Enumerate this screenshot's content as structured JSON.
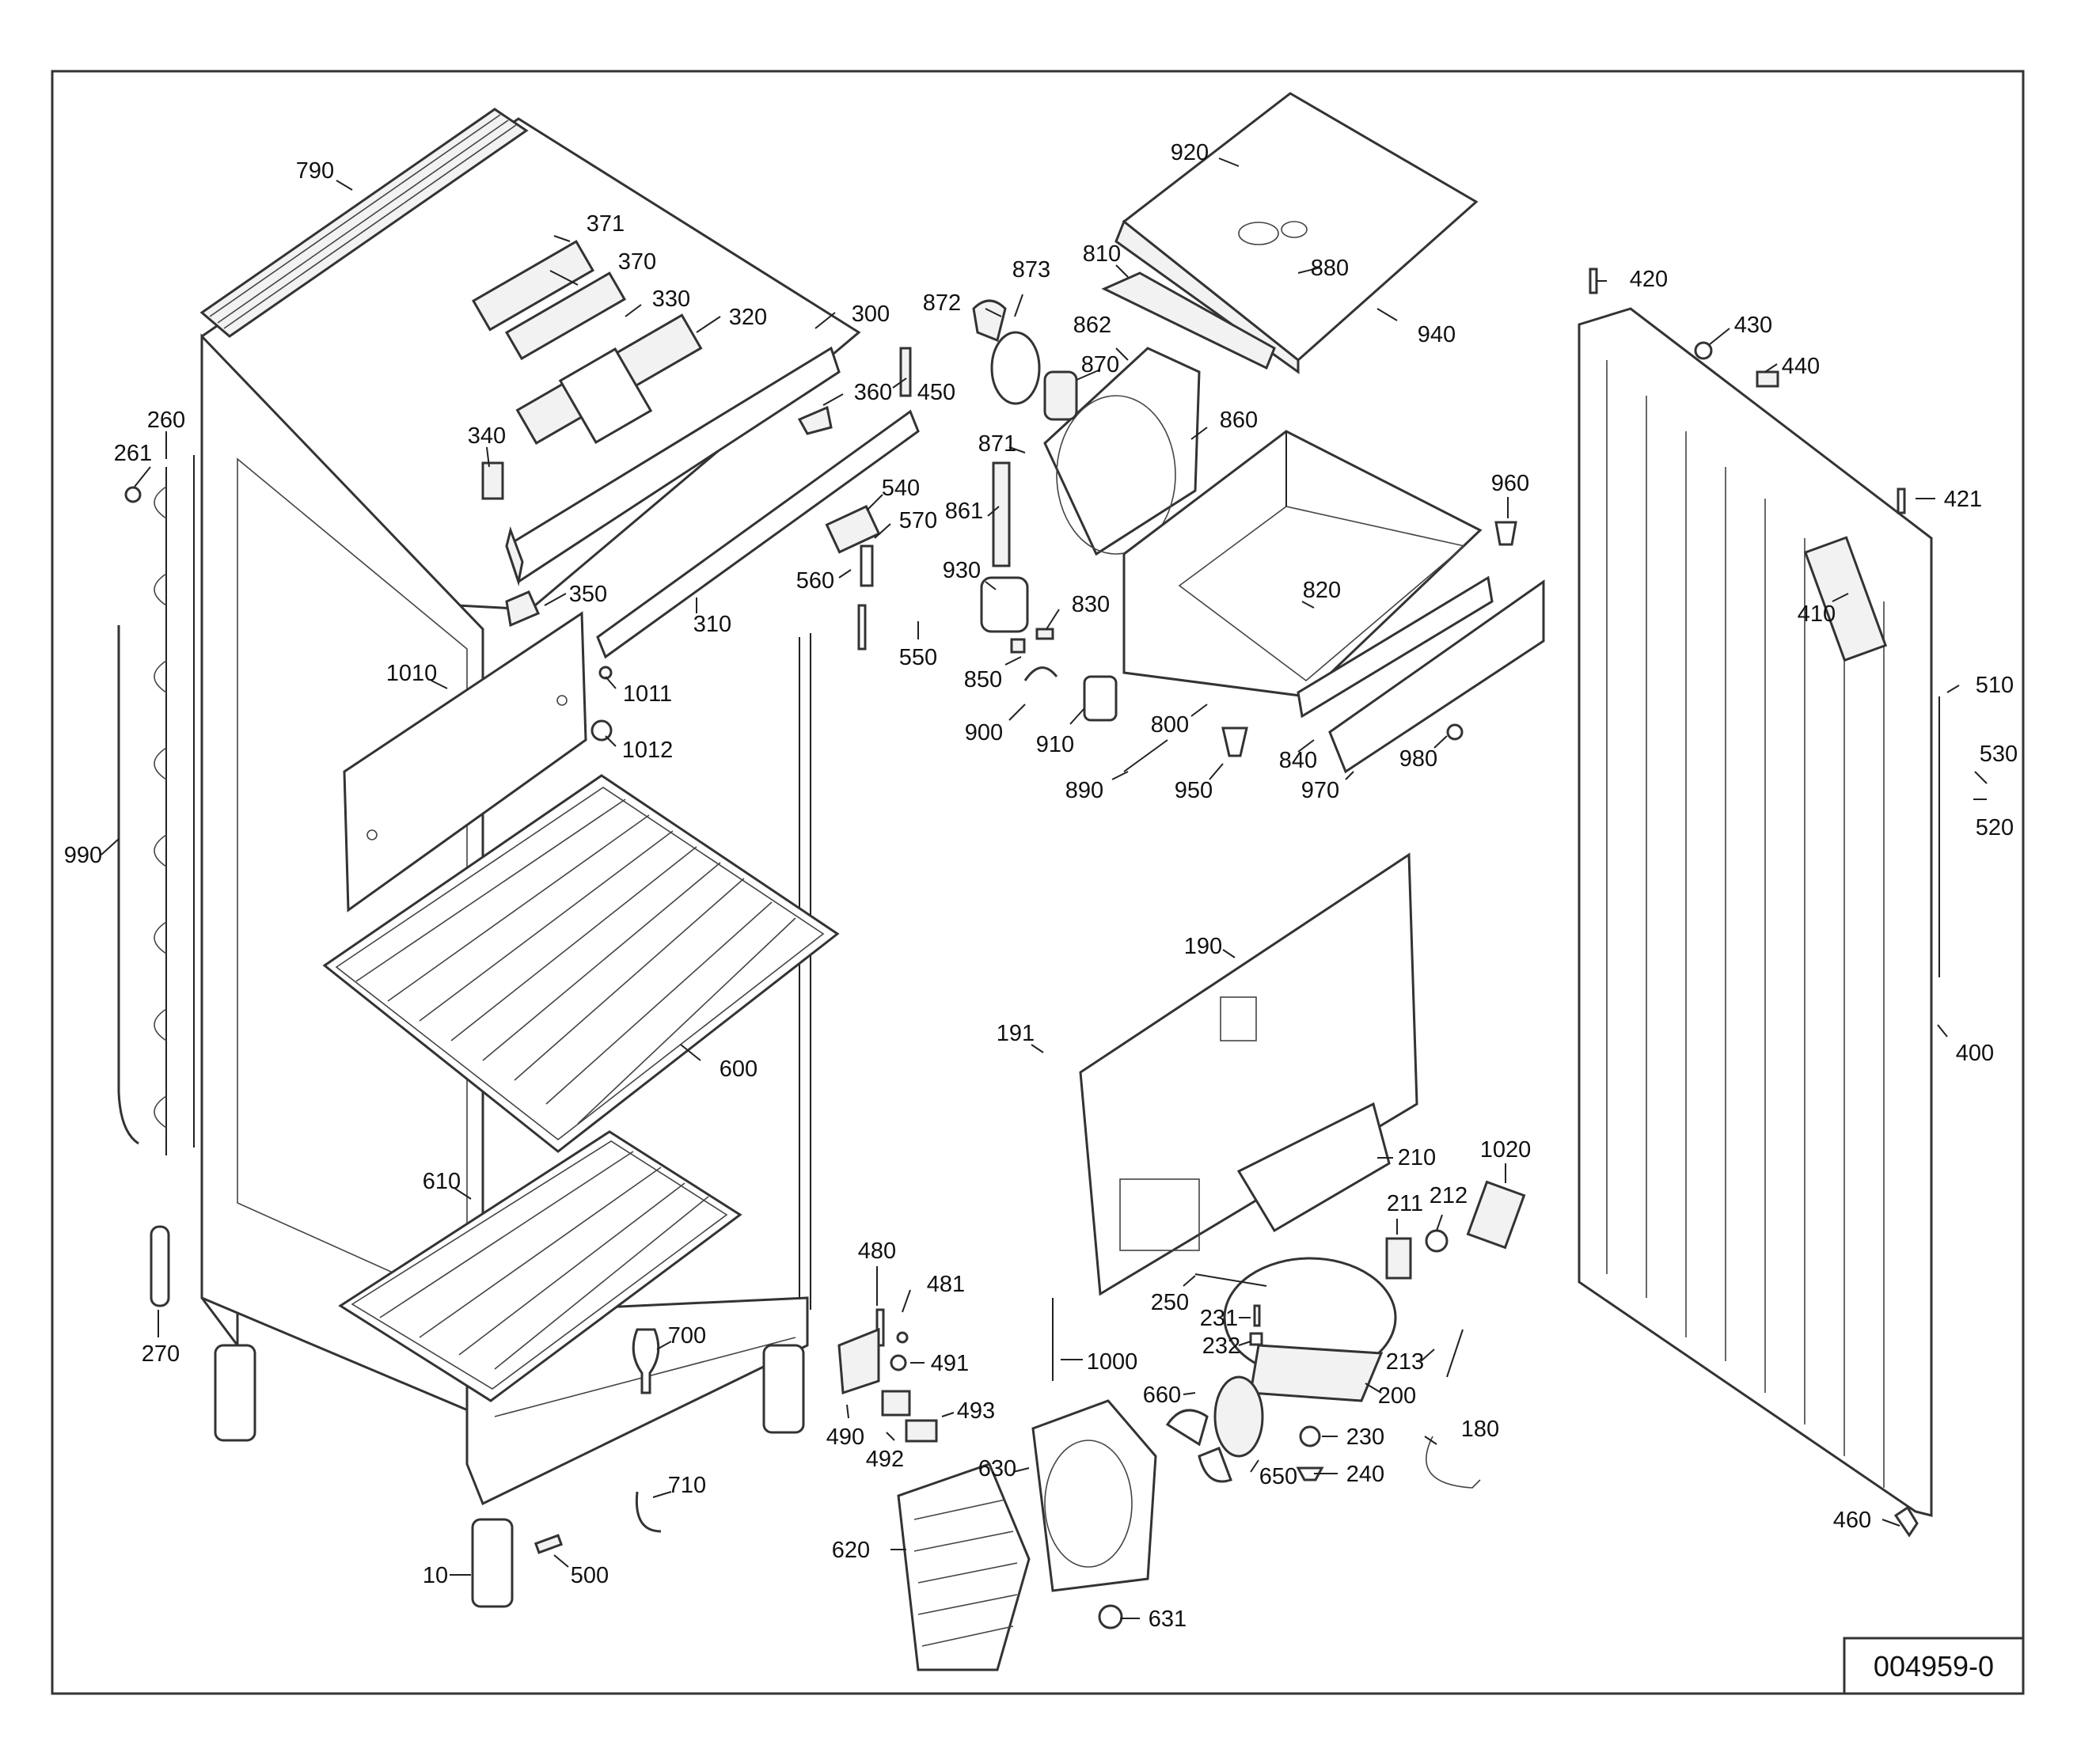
{
  "drawing_ref": "004959-0",
  "callouts": [
    {
      "id": "c790",
      "text": "790"
    },
    {
      "id": "c371",
      "text": "371"
    },
    {
      "id": "c370",
      "text": "370"
    },
    {
      "id": "c330",
      "text": "330"
    },
    {
      "id": "c320",
      "text": "320"
    },
    {
      "id": "c300",
      "text": "300"
    },
    {
      "id": "c360",
      "text": "360"
    },
    {
      "id": "c340",
      "text": "340"
    },
    {
      "id": "c350",
      "text": "350"
    },
    {
      "id": "c310",
      "text": "310"
    },
    {
      "id": "c260",
      "text": "260"
    },
    {
      "id": "c261",
      "text": "261"
    },
    {
      "id": "c990",
      "text": "990"
    },
    {
      "id": "c270",
      "text": "270"
    },
    {
      "id": "c1010",
      "text": "1010"
    },
    {
      "id": "c1011",
      "text": "1011"
    },
    {
      "id": "c1012",
      "text": "1012"
    },
    {
      "id": "c600",
      "text": "600"
    },
    {
      "id": "c610",
      "text": "610"
    },
    {
      "id": "c700",
      "text": "700"
    },
    {
      "id": "c710",
      "text": "710"
    },
    {
      "id": "c10",
      "text": "10"
    },
    {
      "id": "c500",
      "text": "500"
    },
    {
      "id": "c450",
      "text": "450"
    },
    {
      "id": "c540",
      "text": "540"
    },
    {
      "id": "c570",
      "text": "570"
    },
    {
      "id": "c560",
      "text": "560"
    },
    {
      "id": "c550",
      "text": "550"
    },
    {
      "id": "c920",
      "text": "920"
    },
    {
      "id": "c810",
      "text": "810"
    },
    {
      "id": "c880",
      "text": "880"
    },
    {
      "id": "c940",
      "text": "940"
    },
    {
      "id": "c873",
      "text": "873"
    },
    {
      "id": "c872",
      "text": "872"
    },
    {
      "id": "c862",
      "text": "862"
    },
    {
      "id": "c870",
      "text": "870"
    },
    {
      "id": "c860",
      "text": "860"
    },
    {
      "id": "c871",
      "text": "871"
    },
    {
      "id": "c861",
      "text": "861"
    },
    {
      "id": "c930",
      "text": "930"
    },
    {
      "id": "c830",
      "text": "830"
    },
    {
      "id": "c850",
      "text": "850"
    },
    {
      "id": "c900",
      "text": "900"
    },
    {
      "id": "c910",
      "text": "910"
    },
    {
      "id": "c890",
      "text": "890"
    },
    {
      "id": "c800",
      "text": "800"
    },
    {
      "id": "c820",
      "text": "820"
    },
    {
      "id": "c960",
      "text": "960"
    },
    {
      "id": "c950",
      "text": "950"
    },
    {
      "id": "c840",
      "text": "840"
    },
    {
      "id": "c970",
      "text": "970"
    },
    {
      "id": "c980",
      "text": "980"
    },
    {
      "id": "c420",
      "text": "420"
    },
    {
      "id": "c430",
      "text": "430"
    },
    {
      "id": "c440",
      "text": "440"
    },
    {
      "id": "c421",
      "text": "421"
    },
    {
      "id": "c410",
      "text": "410"
    },
    {
      "id": "c510",
      "text": "510"
    },
    {
      "id": "c530",
      "text": "530"
    },
    {
      "id": "c520",
      "text": "520"
    },
    {
      "id": "c400",
      "text": "400"
    },
    {
      "id": "c460",
      "text": "460"
    },
    {
      "id": "c190",
      "text": "190"
    },
    {
      "id": "c191",
      "text": "191"
    },
    {
      "id": "c210",
      "text": "210"
    },
    {
      "id": "c1020",
      "text": "1020"
    },
    {
      "id": "c211",
      "text": "211"
    },
    {
      "id": "c212",
      "text": "212"
    },
    {
      "id": "c250",
      "text": "250"
    },
    {
      "id": "c231",
      "text": "231"
    },
    {
      "id": "c232",
      "text": "232"
    },
    {
      "id": "c213",
      "text": "213"
    },
    {
      "id": "c200",
      "text": "200"
    },
    {
      "id": "c180",
      "text": "180"
    },
    {
      "id": "c230",
      "text": "230"
    },
    {
      "id": "c240",
      "text": "240"
    },
    {
      "id": "c660",
      "text": "660"
    },
    {
      "id": "c650",
      "text": "650"
    },
    {
      "id": "c1000",
      "text": "1000"
    },
    {
      "id": "c480",
      "text": "480"
    },
    {
      "id": "c481",
      "text": "481"
    },
    {
      "id": "c491",
      "text": "491"
    },
    {
      "id": "c490",
      "text": "490"
    },
    {
      "id": "c492",
      "text": "492"
    },
    {
      "id": "c493",
      "text": "493"
    },
    {
      "id": "c630",
      "text": "630"
    },
    {
      "id": "c620",
      "text": "620"
    },
    {
      "id": "c631",
      "text": "631"
    }
  ]
}
